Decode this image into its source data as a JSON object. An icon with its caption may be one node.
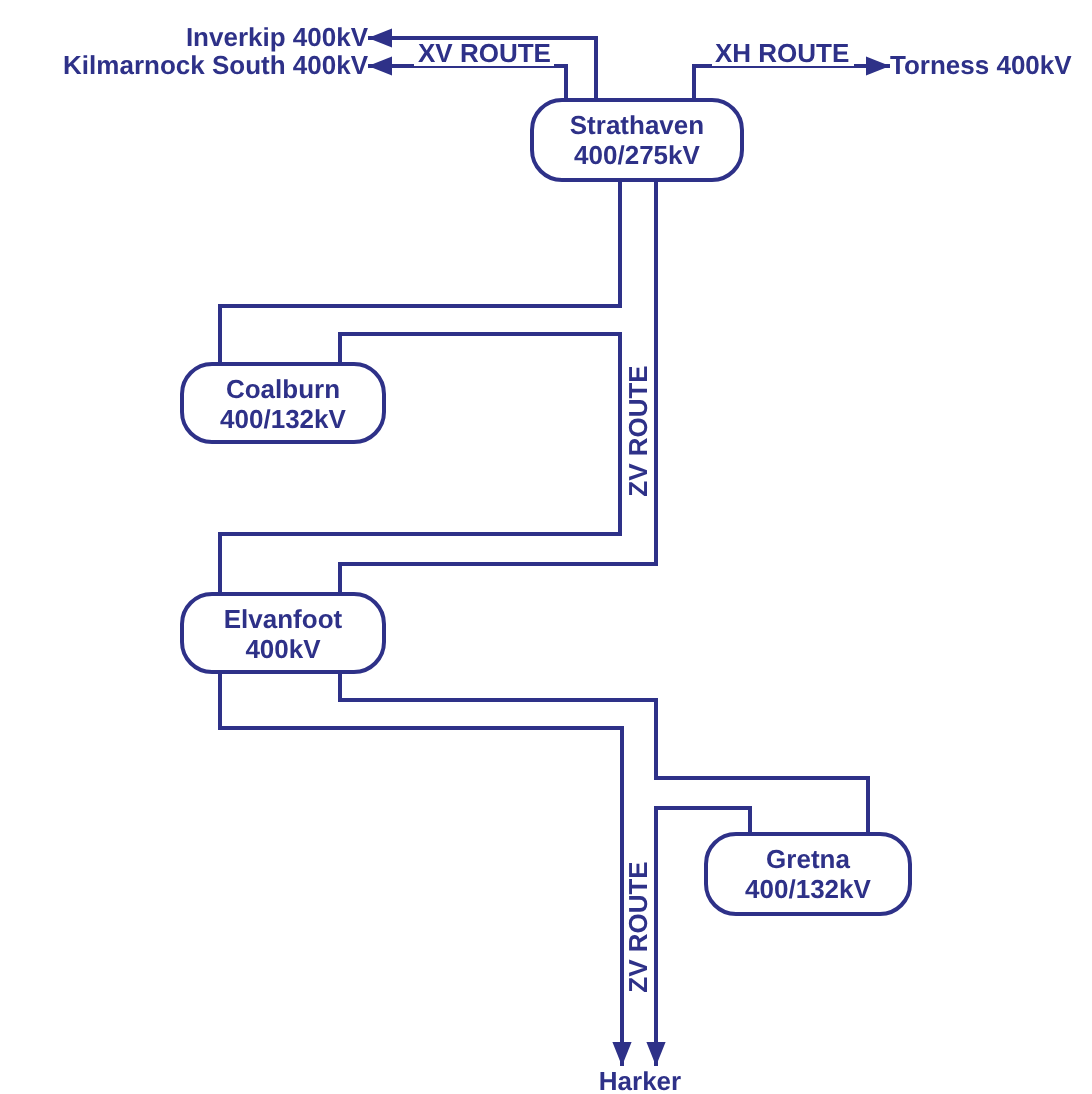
{
  "diagram": {
    "nodes": [
      {
        "text": [
          "Inverkip 400kV"
        ]
      },
      {
        "text": [
          "Kilmarnock South 400kV"
        ]
      },
      {
        "text": [
          "Strathaven",
          "400/275kV"
        ]
      },
      {
        "text": [
          "Torness 400kV"
        ]
      },
      {
        "text": [
          "Coalburn",
          "400/132kV"
        ]
      },
      {
        "text": [
          "Elvanfoot",
          "400kV"
        ]
      },
      {
        "text": [
          "Gretna",
          "400/132kV"
        ]
      },
      {
        "text": [
          "Harker"
        ]
      }
    ],
    "edges": [
      {
        "from": 2,
        "to": 0,
        "arrow": "to"
      },
      {
        "from": 2,
        "to": 1,
        "arrow": "to",
        "label": "XV ROUTE"
      },
      {
        "from": 2,
        "to": 3,
        "arrow": "to",
        "label": "XH ROUTE"
      },
      {
        "from": 2,
        "to": 4,
        "arrow": "none"
      },
      {
        "from": 4,
        "to": 5,
        "arrow": "none"
      },
      {
        "from": 2,
        "to": 5,
        "arrow": "none",
        "label": "ZV ROUTE"
      },
      {
        "from": 5,
        "to": 7,
        "arrow": "to"
      },
      {
        "from": 5,
        "to": 6,
        "arrow": "none"
      },
      {
        "from": 6,
        "to": 7,
        "arrow": "to",
        "label": "ZV ROUTE"
      }
    ]
  }
}
